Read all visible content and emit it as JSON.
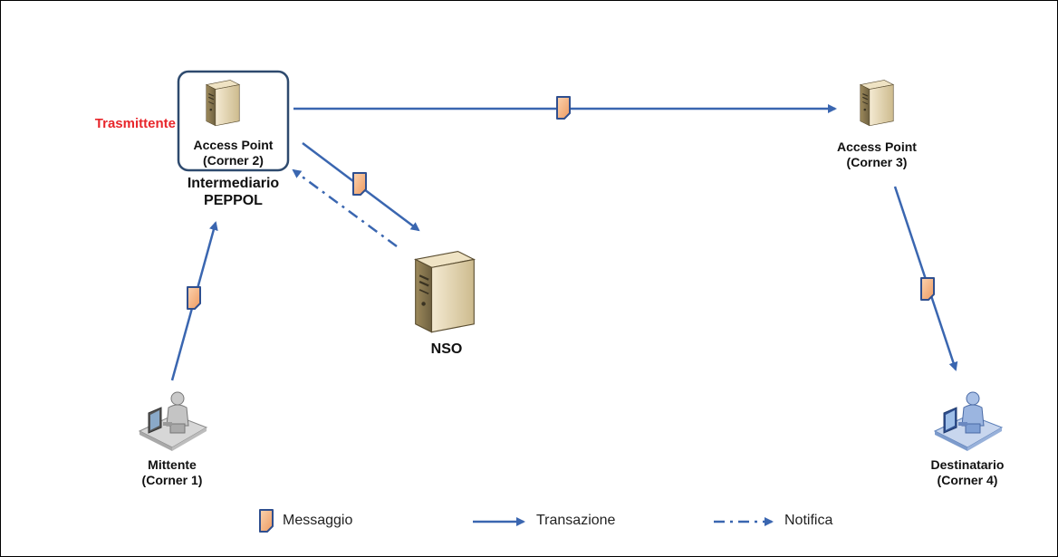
{
  "nodes": {
    "ap2": {
      "line1": "Access Point",
      "line2": "(Corner 2)"
    },
    "intermediario": {
      "line1": "Intermediario",
      "line2": "PEPPOL"
    },
    "trasmittente": "Trasmittente",
    "ap3": {
      "line1": "Access Point",
      "line2": "(Corner 3)"
    },
    "nso": "NSO",
    "mittente": {
      "line1": "Mittente",
      "line2": "(Corner 1)"
    },
    "destinatario": {
      "line1": "Destinatario",
      "line2": "(Corner 4)"
    }
  },
  "legend": {
    "messaggio": "Messaggio",
    "transazione": "Transazione",
    "notifica": "Notifica"
  },
  "colors": {
    "arrow": "#3a66b0",
    "message_fill": "#f4b183",
    "message_stroke": "#2f4f8f",
    "highlight": "#e8262b",
    "box_border": "#2e4a6e"
  }
}
